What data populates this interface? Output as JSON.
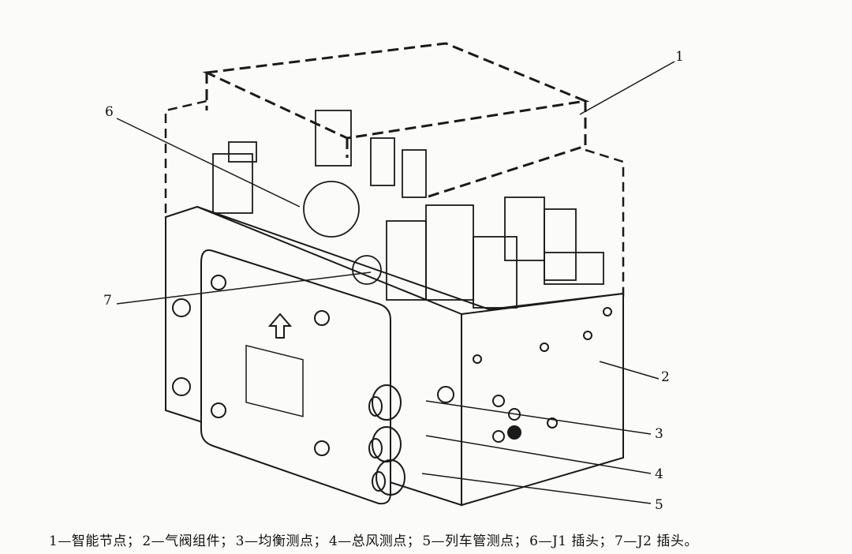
{
  "callouts": [
    {
      "num": "1",
      "name": "智能节点"
    },
    {
      "num": "2",
      "name": "气阀组件"
    },
    {
      "num": "3",
      "name": "均衡测点"
    },
    {
      "num": "4",
      "name": "总风测点"
    },
    {
      "num": "5",
      "name": "列车管测点"
    },
    {
      "num": "6",
      "name": "J1 插头"
    },
    {
      "num": "7",
      "name": "J2 插头"
    }
  ],
  "caption": {
    "items": [
      "1—智能节点；",
      "2—气阀组件；",
      "3—均衡测点；",
      "4—总风测点；",
      "5—列车管测点；",
      "6—J1 插头；",
      "7—J2 插头。"
    ]
  },
  "colors": {
    "line": "#1a1a1a",
    "background": "#fbfbf9"
  }
}
